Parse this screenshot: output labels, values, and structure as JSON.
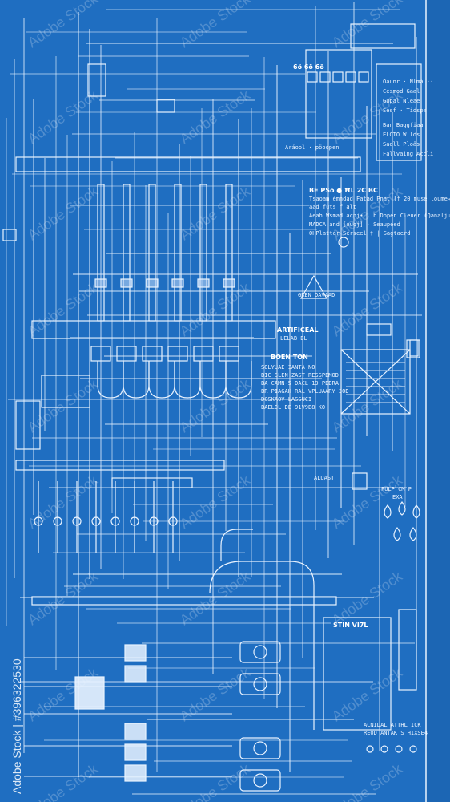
{
  "colors": {
    "background": "#1f6ec1",
    "line": "#e9f3ff",
    "fill_light": "#cfe3ff",
    "edge_strip": "#1c66b4"
  },
  "labels": {
    "top_header": "6ö 6ö 6ö",
    "top_caption": "Aráool · pöoopen",
    "spec_head": "BE PSö ● ĦL 2C BC",
    "spec_1": "Tsaoam émndàd Fatad Pnat l† 20 muse loume→",
    "spec_2": "aad futs f alt",
    "spec_3": "Aeah Wsmad acnj• | b Dopen Cleuer (Qanaljuaoe)",
    "spec_4": "MADCA and [ouoj] · Seaupeed",
    "spec_5": "OHPlatter Serseel † | Sagtaerd",
    "green_label": "GREN DAVAAD",
    "artificial_1": "ARTIFICEAL",
    "artificial_2": "LELAB BL",
    "boen_head": "BOEN TON",
    "boen_1": "SOLYUAE IANTA NO",
    "boen_2": "BIC SLEN ZAST RESSPEMOD",
    "boen_3": "BA CAMN-5 DACL 19 PEBRA",
    "boen_4": "BR PIAGAH RAL VPLUAARY 3OD",
    "boen_5": "DCSKAOV LASSUCI",
    "boen_6": "BAELOL DE 91V9B8 KO",
    "aluast": "ALUAST",
    "pulp_1": "PULP CM P",
    "pulp_2": "EXA",
    "stin": "STIN VI7L",
    "bottom_1": "ACNIDAL ATTHL ICK",
    "bottom_2": "RE0D ANTAK S HIXSE4",
    "legend_list": [
      "Oaunr · Nlmà ··",
      "Cesmod Gaal",
      "Gupal Nleae",
      "Sesf · Tidspa"
    ],
    "legend_list_2": [
      "Ban Baggfiaa",
      "ELCTO Wllds",
      "Saoll Ploâs",
      "Fallvaing Acbli"
    ],
    "side_watermark": "Adobe Stock | #396322530",
    "watermark": "Adobe Stock"
  }
}
